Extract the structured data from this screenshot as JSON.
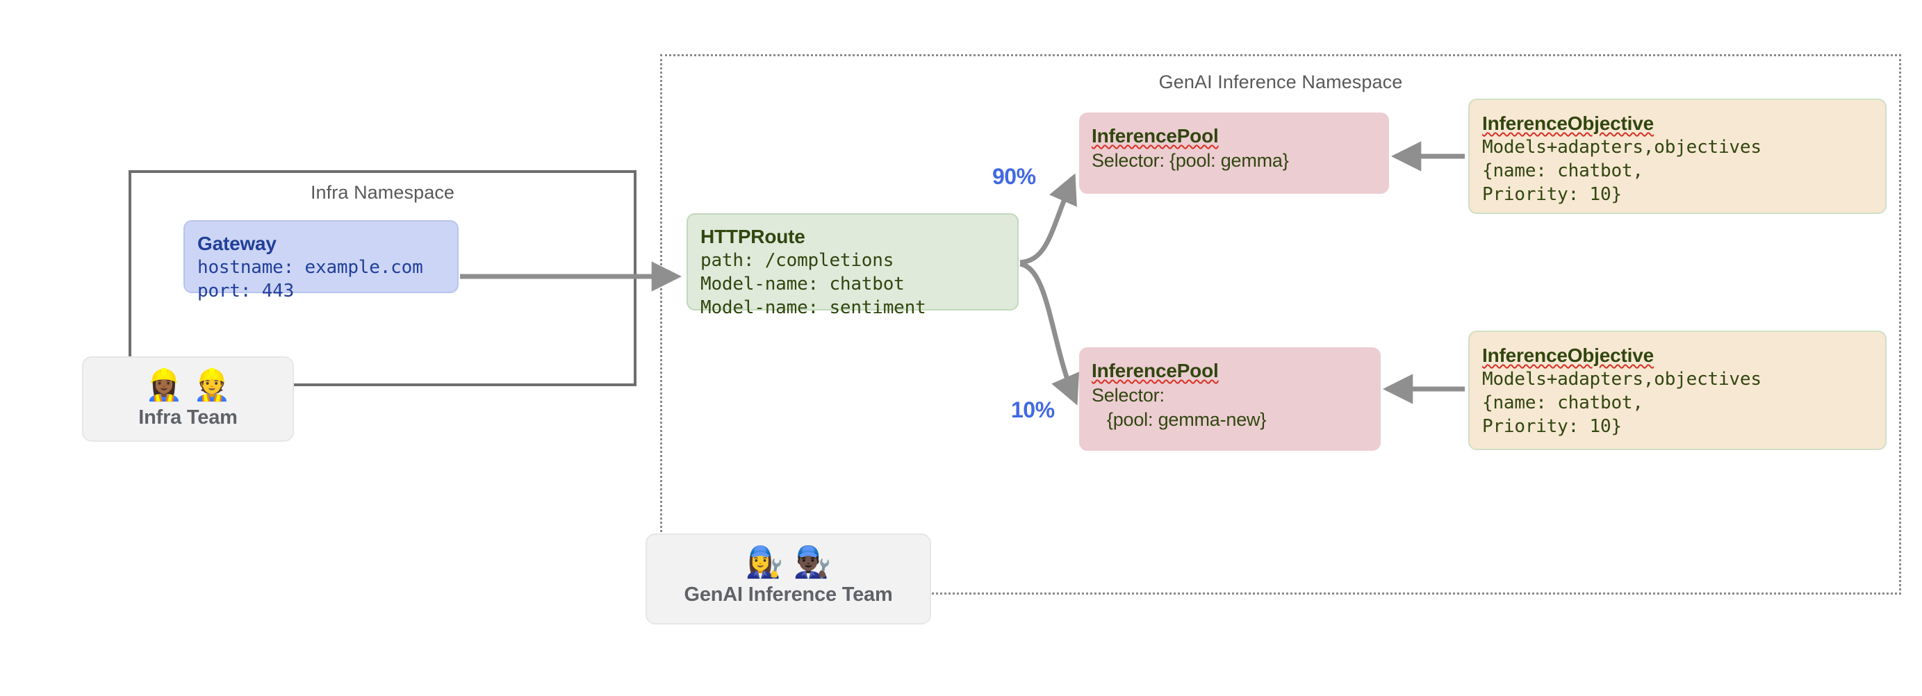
{
  "diagram": {
    "title_infra_namespace": "Infra Namespace",
    "title_genai_namespace": "GenAI Inference Namespace"
  },
  "gateway": {
    "title": "Gateway",
    "line1": "hostname: example.com",
    "line2": "port: 443"
  },
  "httproute": {
    "title": "HTTPRoute",
    "line1": "path: /completions",
    "line2": "Model-name: chatbot",
    "line3": "Model-name: sentiment"
  },
  "pools": [
    {
      "title": "InferencePool",
      "line1": "Selector: {pool: gemma}",
      "line2": ""
    },
    {
      "title": "InferencePool",
      "line1": "Selector:",
      "line2": "   {pool: gemma-new}"
    }
  ],
  "objectives": [
    {
      "title": "InferenceObjective",
      "line1": "Models+adapters,objectives",
      "line2": "{name: chatbot,",
      "line3": "Priority: 10}"
    },
    {
      "title": "InferenceObjective",
      "line1": "Models+adapters,objectives",
      "line2": "{name: chatbot,",
      "line3": "Priority: 10}"
    }
  ],
  "traffic_split": {
    "primary_weight": "90%",
    "canary_weight": "10%"
  },
  "teams": [
    {
      "label": "Infra Team",
      "emoji": "👷🏾‍♀️👷"
    },
    {
      "label": "GenAI Inference Team",
      "emoji": "👩‍🔧👨🏿‍🔧"
    }
  ],
  "colors": {
    "gateway_fill": "#ccd5f5",
    "httproute_fill": "#dfeadb",
    "pool_fill": "#eccdd2",
    "objective_fill": "#f7e8d3",
    "team_fill": "#f2f2f2",
    "arrow": "#8f8f8f",
    "percent_text": "#4169e1",
    "namespace_border": "#6e6e6e"
  }
}
